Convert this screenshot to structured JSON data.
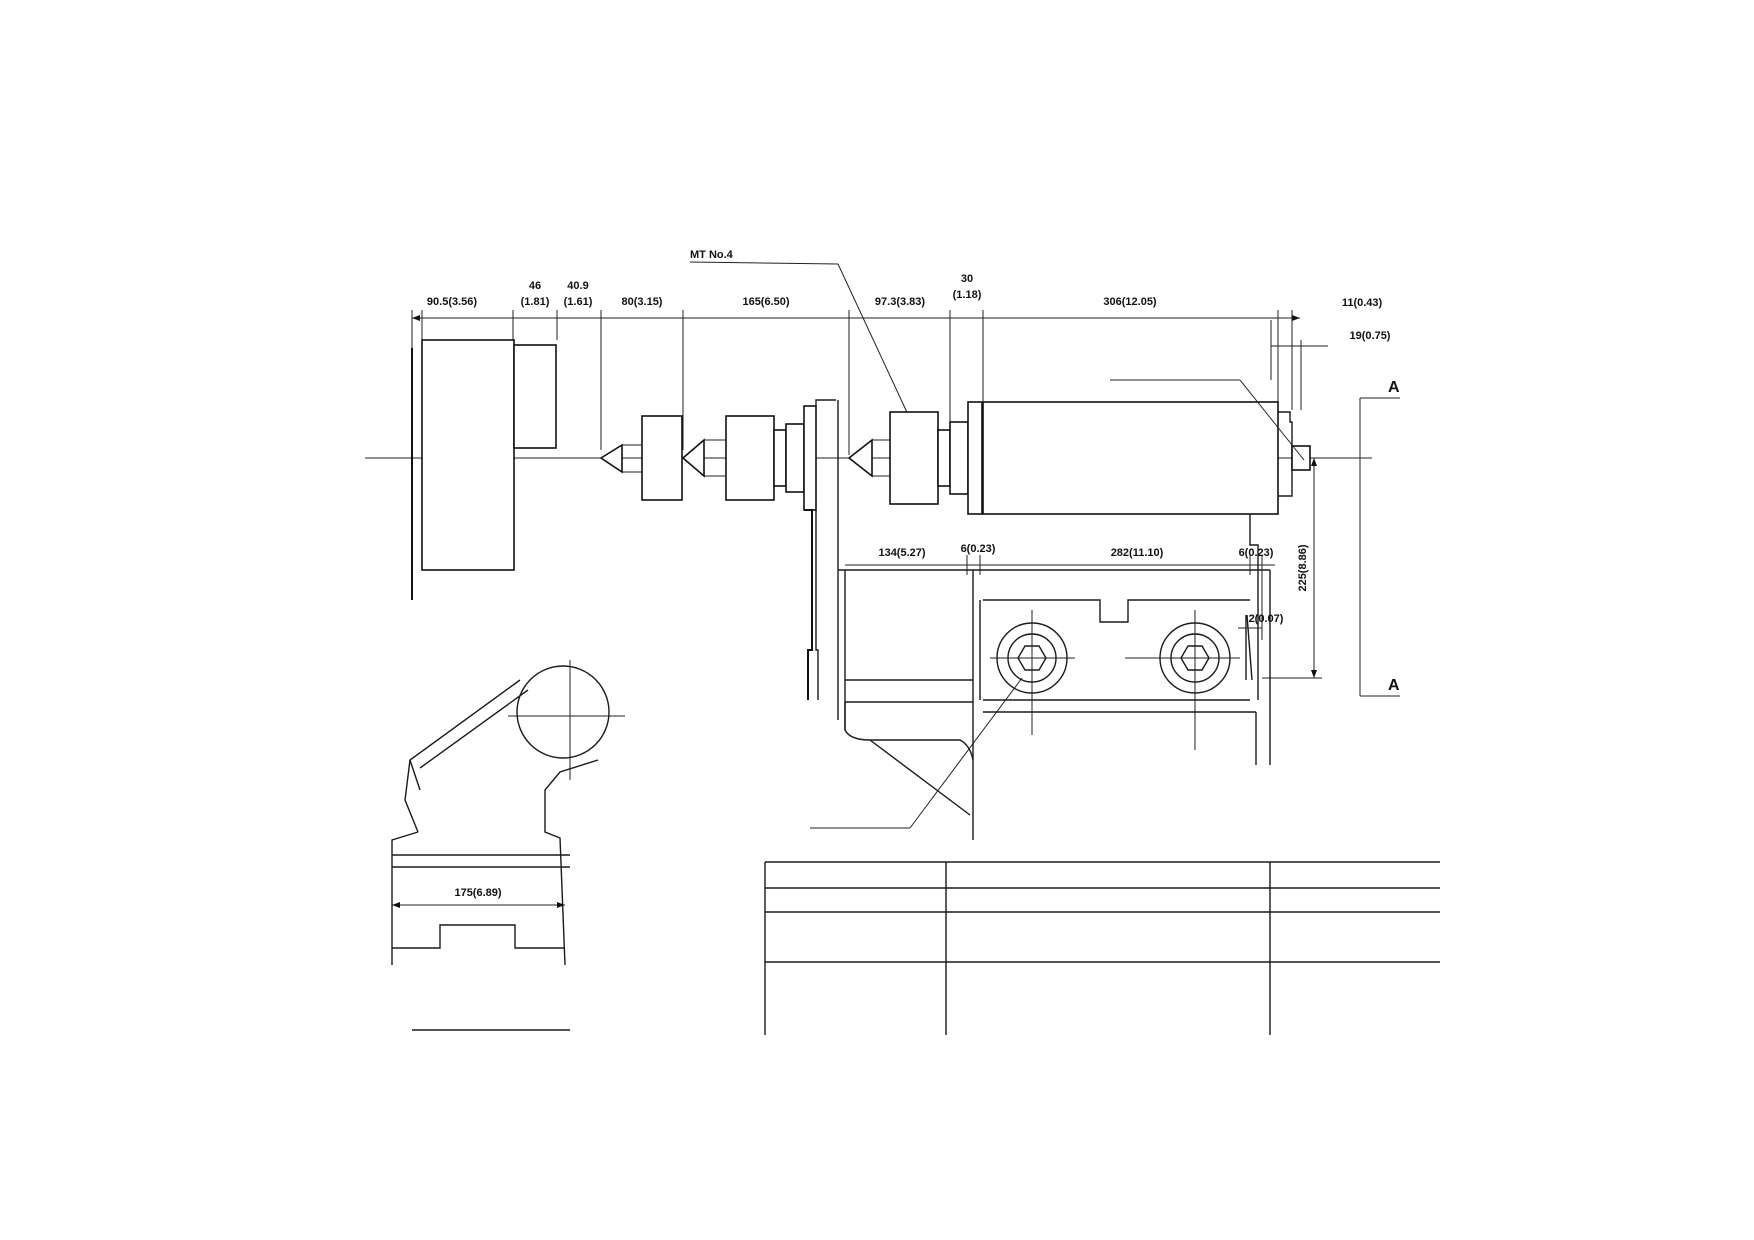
{
  "drawing": {
    "top_dims": {
      "d1": "90.5(3.56)",
      "d2_a": "46",
      "d2_b": "(1.81)",
      "d3_a": "40.9",
      "d3_b": "(1.61)",
      "d4": "80(3.15)",
      "d5": "165(6.50)",
      "d6": "97.3(3.83)",
      "d7_a": "30",
      "d7_b": "(1.18)",
      "d8": "306(12.05)",
      "d9": "11(0.43)",
      "d10": "19(0.75)"
    },
    "leader_label": "MT No.4",
    "base_dims": {
      "b1": "134(5.27)",
      "b2": "6(0.23)",
      "b3": "282(11.10)",
      "b4": "6(0.23)",
      "b5": "2(0.07)",
      "height": "225(8.86)"
    },
    "section_label_top": "A",
    "section_label_bottom": "A",
    "side_view_dim": "175(6.89)"
  },
  "title_block": {
    "rows": 4,
    "columns": 3
  }
}
